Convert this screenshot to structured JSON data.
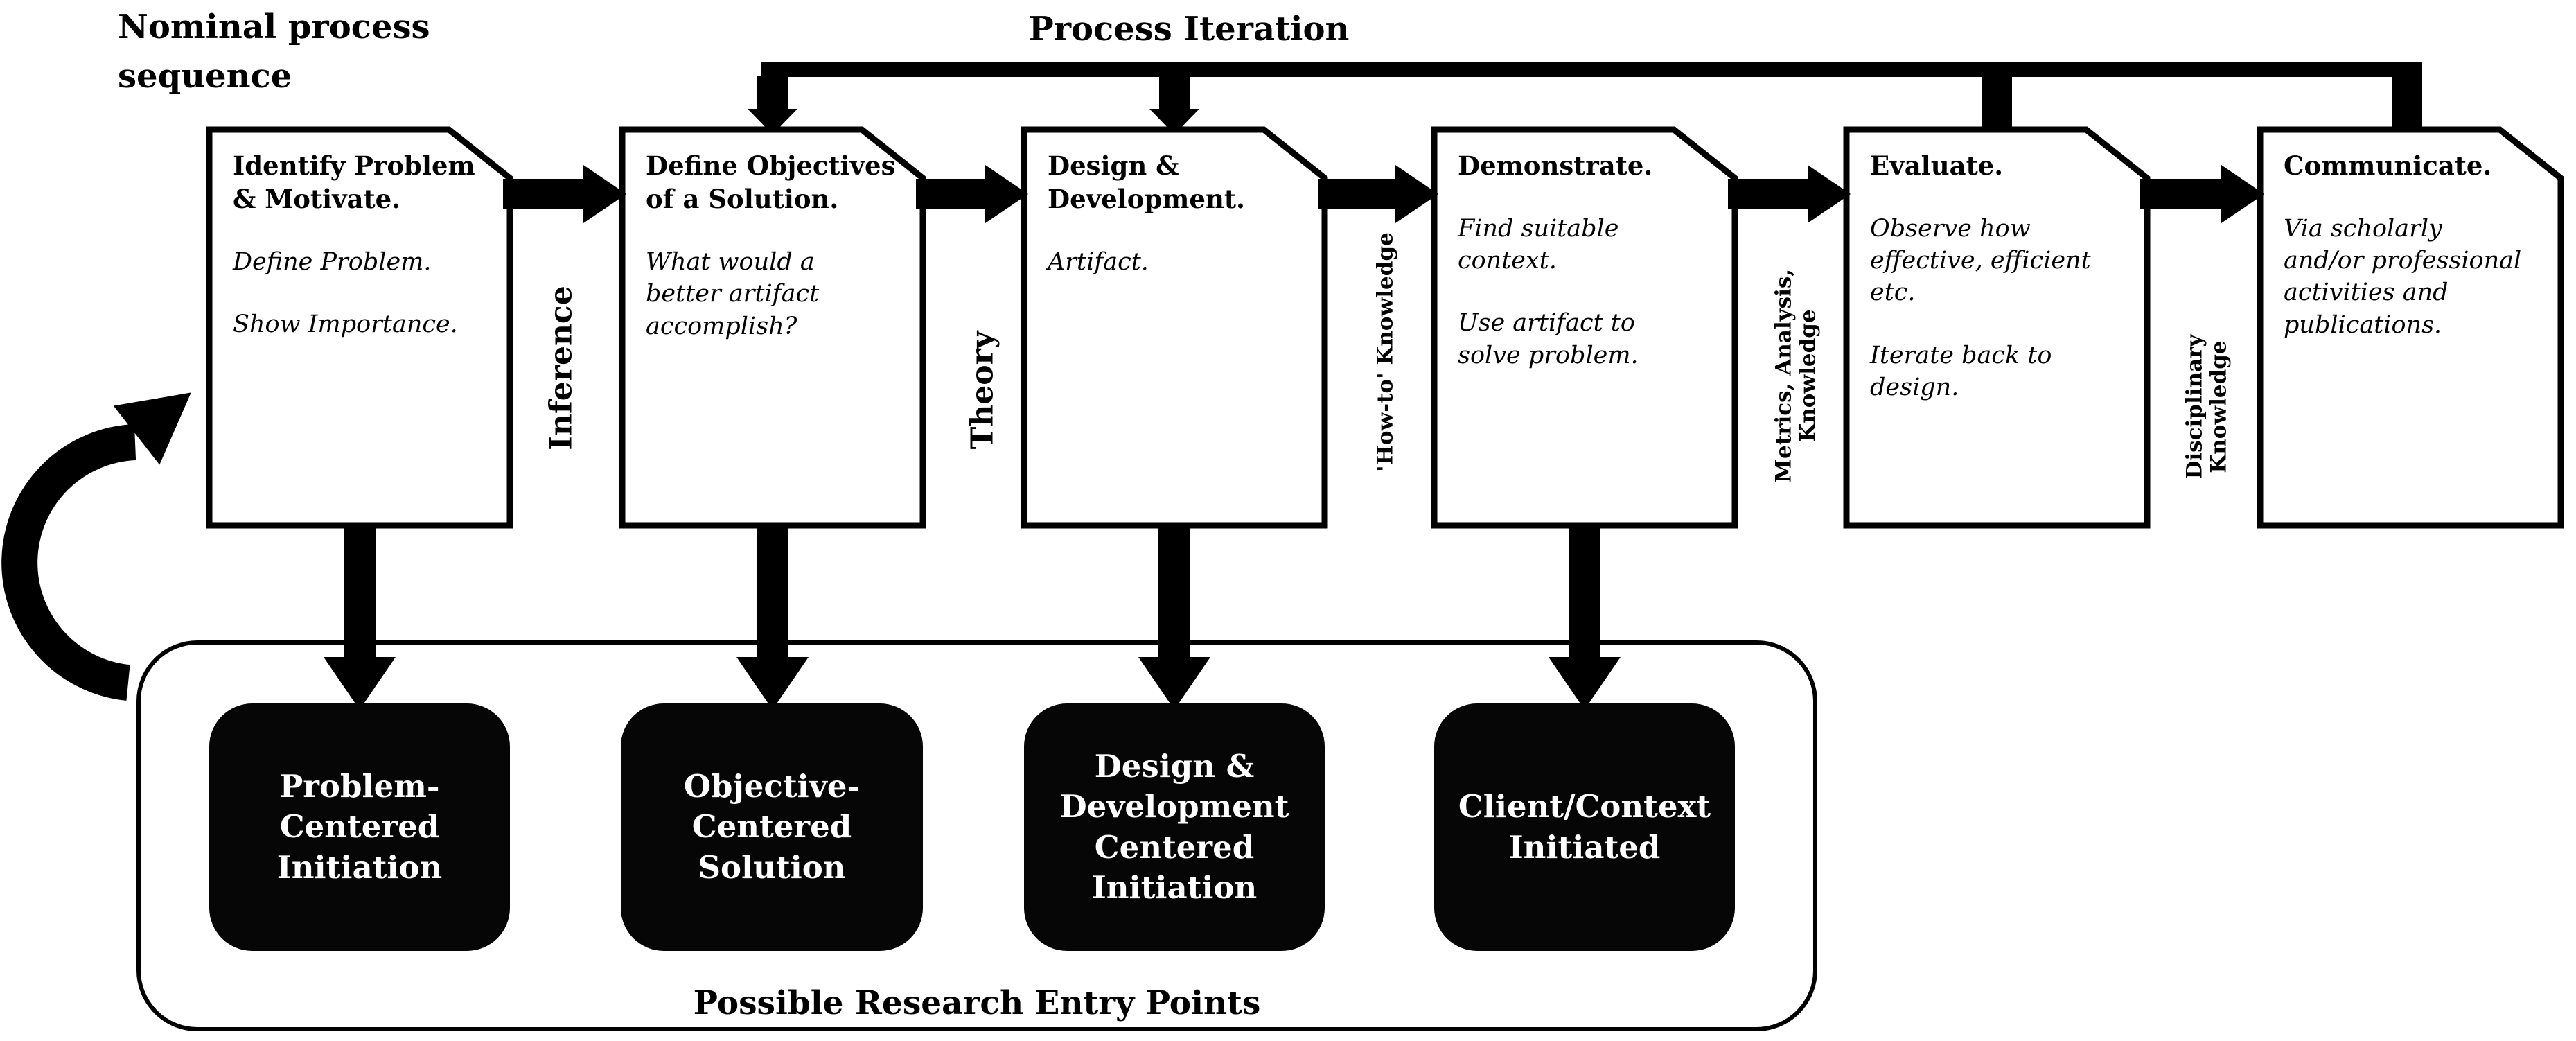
{
  "header": {
    "sequence_title": [
      "Nominal process",
      "sequence"
    ],
    "iteration_title": "Process Iteration"
  },
  "process_boxes": [
    {
      "title": "Identify Problem & Motivate.",
      "body": [
        "Define Problem.",
        "Show Importance."
      ]
    },
    {
      "title": "Define Objectives of a Solution.",
      "body": [
        "What would a better artifact accomplish?"
      ]
    },
    {
      "title": "Design & Development.",
      "body": [
        "Artifact."
      ]
    },
    {
      "title": "Demonstrate.",
      "body": [
        "Find suitable context.",
        "Use artifact to solve problem."
      ]
    },
    {
      "title": "Evaluate.",
      "body": [
        "Observe how effective, efficient etc.",
        "Iterate back to design."
      ]
    },
    {
      "title": "Communicate.",
      "body": [
        "Via scholarly and/or professional activities and publications."
      ]
    }
  ],
  "knowledge_flow_labels": [
    {
      "lines": [
        "Inference"
      ]
    },
    {
      "lines": [
        "Theory"
      ]
    },
    {
      "lines": [
        "'How-to' Knowledge"
      ]
    },
    {
      "lines": [
        "Metrics, Analysis,",
        "Knowledge"
      ]
    },
    {
      "lines": [
        "Disciplinary",
        "Knowledge"
      ]
    }
  ],
  "entry_points": {
    "caption": "Possible Research Entry Points",
    "boxes": [
      {
        "lines": [
          "Problem-",
          "Centered",
          "Initiation"
        ]
      },
      {
        "lines": [
          "Objective-",
          "Centered",
          "Solution"
        ]
      },
      {
        "lines": [
          "Design &",
          "Development",
          "Centered",
          "Initiation"
        ]
      },
      {
        "lines": [
          "Client/Context",
          "Initiated"
        ]
      }
    ]
  },
  "colors": {
    "ink": "#000000",
    "paper": "#ffffff",
    "entry_box_fill": "#060606",
    "entry_box_text": "#ffffff"
  }
}
